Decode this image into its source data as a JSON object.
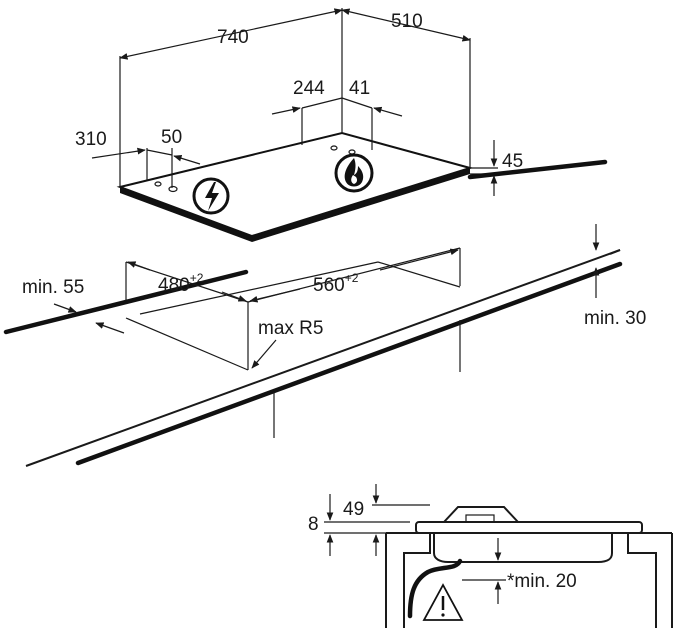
{
  "hob": {
    "width": "740",
    "depth": "510",
    "height": "45",
    "left_offset": "310",
    "left_gap": "50",
    "center_left": "244",
    "center_right": "41",
    "icon_left": "electric-bolt-icon",
    "icon_right": "gas-flame-icon"
  },
  "cutout": {
    "depth": "480",
    "depth_tol": "+2",
    "width": "560",
    "width_tol": "+2",
    "radius": "max R5",
    "front_edge": "min. 55",
    "worktop": "min. 30"
  },
  "section": {
    "top": "49",
    "side": "8",
    "clearance": "*min. 20",
    "warning_icon": "warning-triangle-icon"
  }
}
